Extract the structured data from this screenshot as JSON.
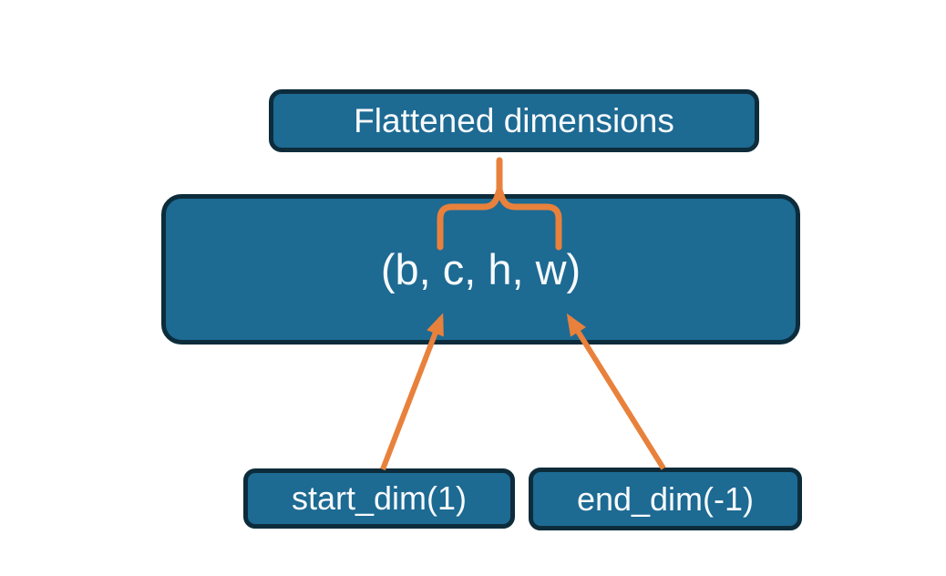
{
  "diagram": {
    "title_box": {
      "label": "Flattened dimensions"
    },
    "tensor_box": {
      "label": "(b, c, h, w)"
    },
    "param_boxes": {
      "start": {
        "label": "start_dim(1)"
      },
      "end": {
        "label": "end_dim(-1)"
      }
    }
  },
  "colors": {
    "box-fill": "#1d6a93",
    "box-border": "#0d2c3b",
    "accent-orange": "#e8813c",
    "box-text": "#f7fafc",
    "background": "#ffffff"
  }
}
